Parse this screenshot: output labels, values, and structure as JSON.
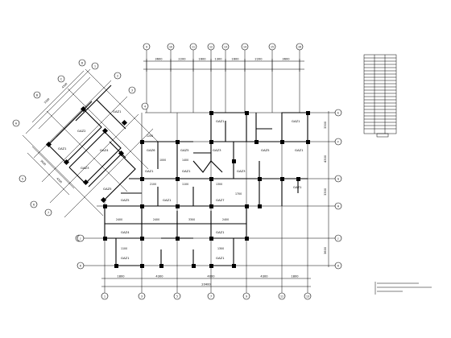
{
  "drawing": {
    "colors": {
      "line": "#000000",
      "background": "#ffffff"
    },
    "top_dimensions": [
      "3600",
      "2200",
      "1600",
      "1300",
      "1600",
      "2200",
      "3600"
    ],
    "bottom_dimensions": [
      "1800",
      "4300",
      "4000",
      "4300",
      "1800"
    ],
    "bottom_total": "20400",
    "right_dimensions": [
      "3300",
      "4300",
      "3300",
      "3600"
    ],
    "wall_tags": [
      "GAZ1",
      "GAZ2",
      "GAZ3",
      "GAZ4",
      "GAZ5",
      "GAZ1",
      "GAZ1",
      "GAZ1",
      "GAZ6",
      "GAZ5",
      "GAZ3",
      "GAZ5",
      "GAZ1",
      "GAZ1",
      "GAZ1",
      "GAZ3",
      "GAZ1",
      "GAZ5",
      "GAZ1",
      "GAZ7",
      "GAZ4",
      "GAZ1",
      "GAZ1",
      "GAZ1"
    ],
    "inline_dims": [
      "2200",
      "1000",
      "1400",
      "2100",
      "1100",
      "1300",
      "1700",
      "2400",
      "2400",
      "3300",
      "2400",
      "1100",
      "1300"
    ]
  }
}
